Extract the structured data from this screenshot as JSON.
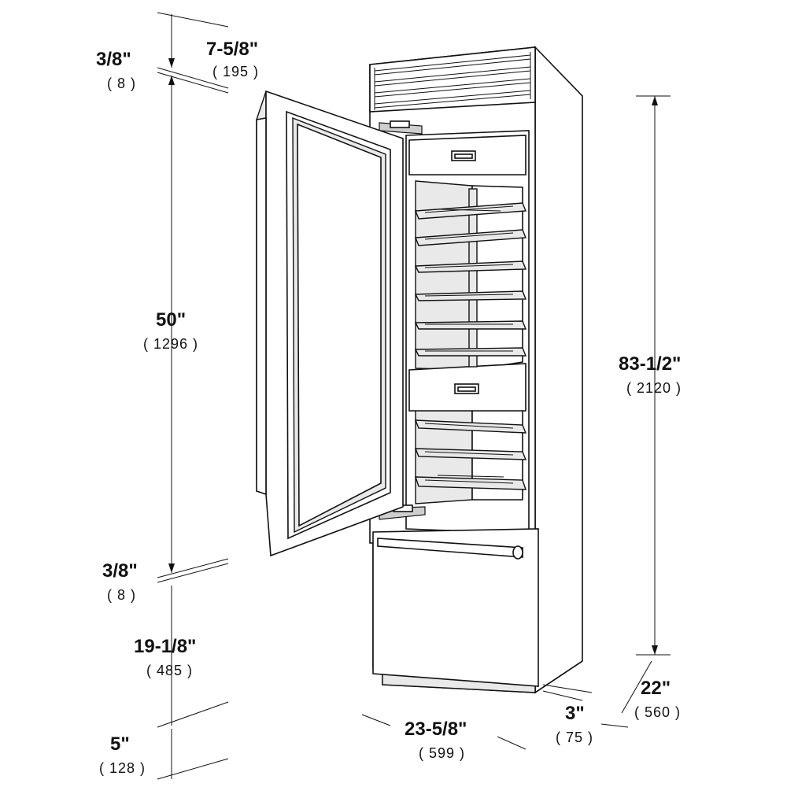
{
  "dimensions": {
    "top_reveal": {
      "imperial": "3/8\"",
      "metric": "( 8 )"
    },
    "top_height": {
      "imperial": "7-5/8\"",
      "metric": "( 195 )"
    },
    "door_height": {
      "imperial": "50\"",
      "metric": "( 1296 )"
    },
    "mid_reveal": {
      "imperial": "3/8\"",
      "metric": "( 8 )"
    },
    "drawer_height": {
      "imperial": "19-1/8\"",
      "metric": "( 485 )"
    },
    "toe_kick": {
      "imperial": "5\"",
      "metric": "( 128 )"
    },
    "overall_height": {
      "imperial": "83-1/2\"",
      "metric": "( 2120 )"
    },
    "width": {
      "imperial": "23-5/8\"",
      "metric": "( 599 )"
    },
    "panel_depth": {
      "imperial": "3\"",
      "metric": "( 75 )"
    },
    "depth": {
      "imperial": "22\"",
      "metric": "( 560 )"
    }
  }
}
